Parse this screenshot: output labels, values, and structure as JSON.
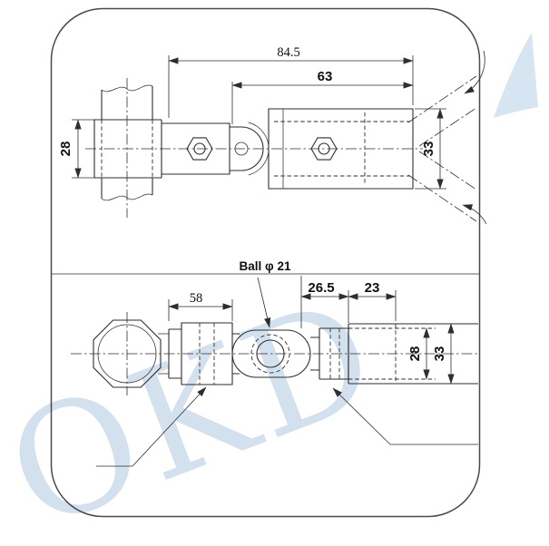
{
  "watermark": {
    "text": "OKD"
  },
  "top_view": {
    "dim_total_length": "84.5",
    "dim_socket_length": "63",
    "dim_pipe_width": "28",
    "dim_body_height": "33"
  },
  "bottom_view": {
    "dim_clamp_length": "58",
    "ball_label": "Ball φ 21",
    "dim_mid_length": "26.5",
    "dim_insert_length": "23",
    "dim_inner_height": "28",
    "dim_outer_height": "33"
  }
}
